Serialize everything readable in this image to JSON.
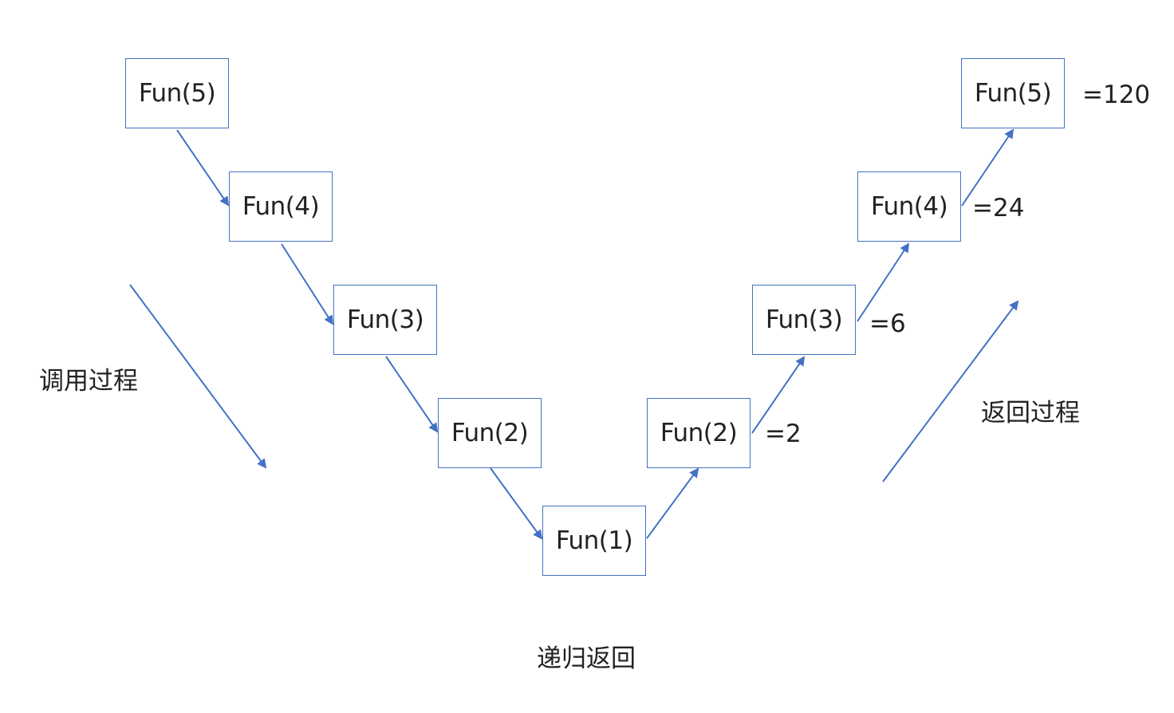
{
  "colors": {
    "arrow": "#4472c4",
    "box_border": "#4472c4",
    "text": "#222222"
  },
  "call_nodes": [
    "Fun(5)",
    "Fun(4)",
    "Fun(3)",
    "Fun(2)",
    "Fun(1)"
  ],
  "return_nodes": [
    "Fun(2)",
    "Fun(3)",
    "Fun(4)",
    "Fun(5)"
  ],
  "results": [
    "=2",
    "=6",
    "=24",
    "=120"
  ],
  "labels": {
    "call_process": "调用过程",
    "return_process": "返回过程",
    "recursion_return": "递归返回"
  }
}
